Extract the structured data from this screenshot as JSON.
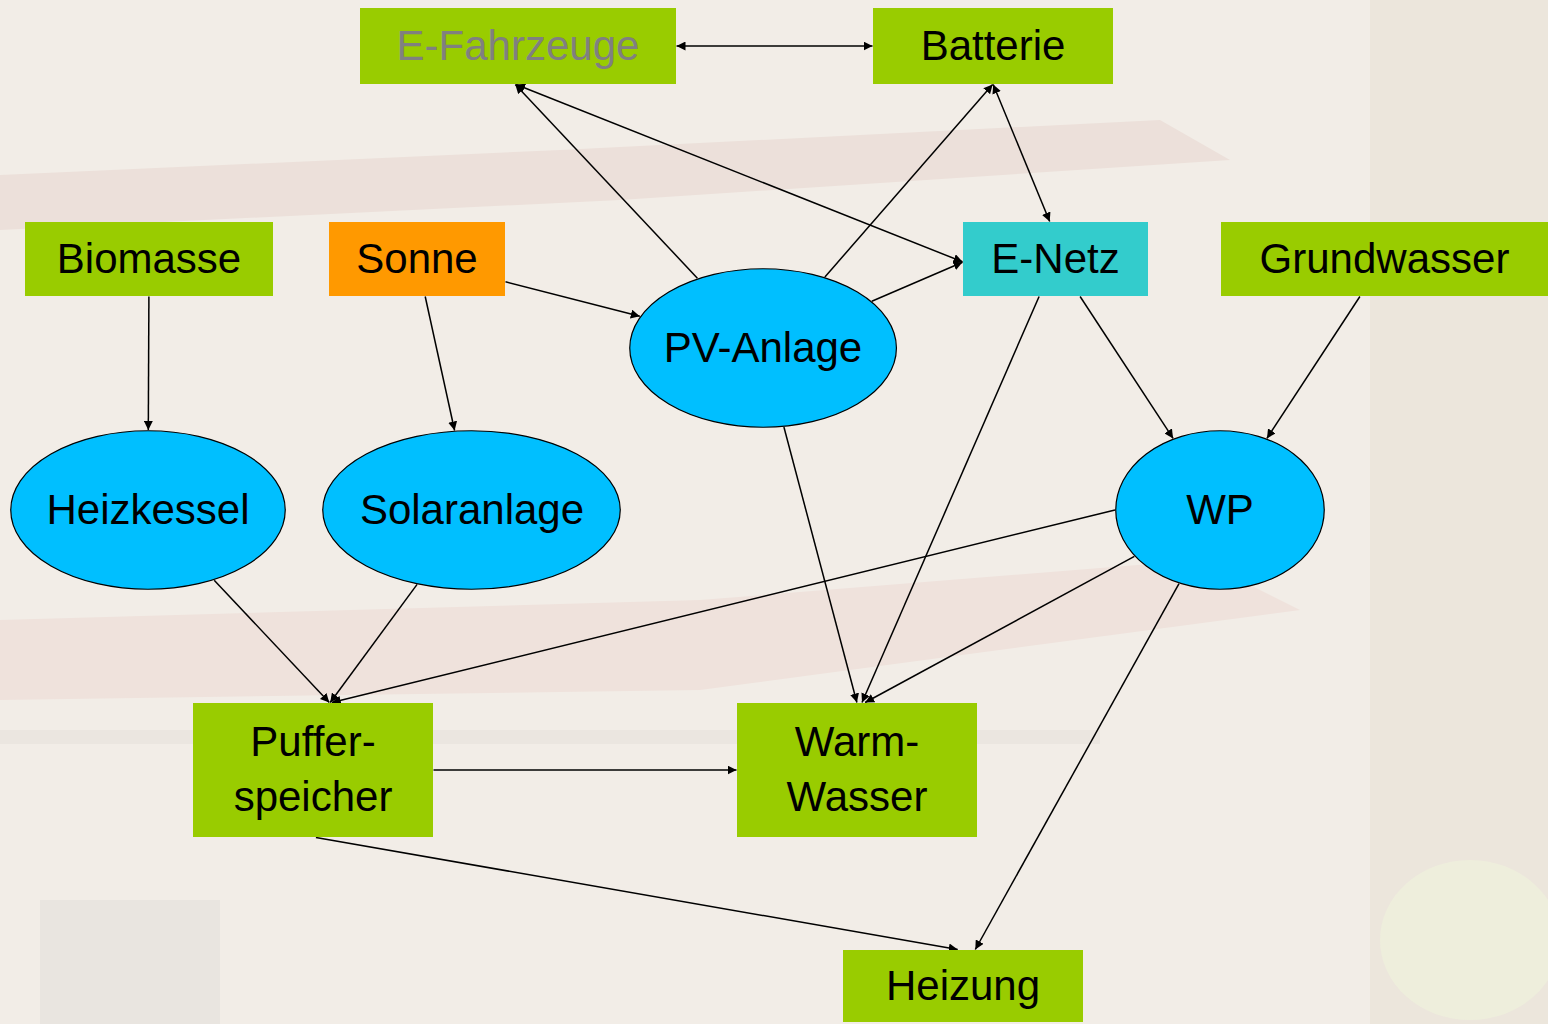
{
  "diagram": {
    "nodes": [
      {
        "text": [
          "E-Fahrzeuge"
        ]
      },
      {
        "text": [
          "Batterie"
        ]
      },
      {
        "text": [
          "Biomasse"
        ]
      },
      {
        "text": [
          "Sonne"
        ]
      },
      {
        "text": [
          "PV-Anlage"
        ]
      },
      {
        "text": [
          "E-Netz"
        ]
      },
      {
        "text": [
          "Grundwasser"
        ]
      },
      {
        "text": [
          "Heizkessel"
        ]
      },
      {
        "text": [
          "Solaranlage"
        ]
      },
      {
        "text": [
          "WP"
        ]
      },
      {
        "text": [
          "Puffer- speicher"
        ]
      },
      {
        "text": [
          "Warm- Wasser"
        ]
      },
      {
        "text": [
          "Heizung"
        ]
      }
    ],
    "edges": [
      {
        "from": 0,
        "to": 1,
        "arrow": "both"
      },
      {
        "from": 4,
        "to": 0,
        "arrow": "to"
      },
      {
        "from": 0,
        "to": 5,
        "arrow": "both"
      },
      {
        "from": 4,
        "to": 1,
        "arrow": "to"
      },
      {
        "from": 1,
        "to": 5,
        "arrow": "both"
      },
      {
        "from": 4,
        "to": 5,
        "arrow": "to"
      },
      {
        "from": 3,
        "to": 4,
        "arrow": "to"
      },
      {
        "from": 2,
        "to": 7,
        "arrow": "to"
      },
      {
        "from": 3,
        "to": 8,
        "arrow": "to"
      },
      {
        "from": 6,
        "to": 9,
        "arrow": "to"
      },
      {
        "from": 5,
        "to": 9,
        "arrow": "to"
      },
      {
        "from": 5,
        "to": 11,
        "arrow": "to"
      },
      {
        "from": 4,
        "to": 11,
        "arrow": "to"
      },
      {
        "from": 9,
        "to": 10,
        "arrow": "to"
      },
      {
        "from": 9,
        "to": 11,
        "arrow": "to"
      },
      {
        "from": 9,
        "to": 12,
        "arrow": "to"
      },
      {
        "from": 7,
        "to": 10,
        "arrow": "to"
      },
      {
        "from": 8,
        "to": 10,
        "arrow": "to"
      },
      {
        "from": 10,
        "to": 11,
        "arrow": "to"
      },
      {
        "from": 10,
        "to": 12,
        "arrow": "to"
      }
    ]
  }
}
